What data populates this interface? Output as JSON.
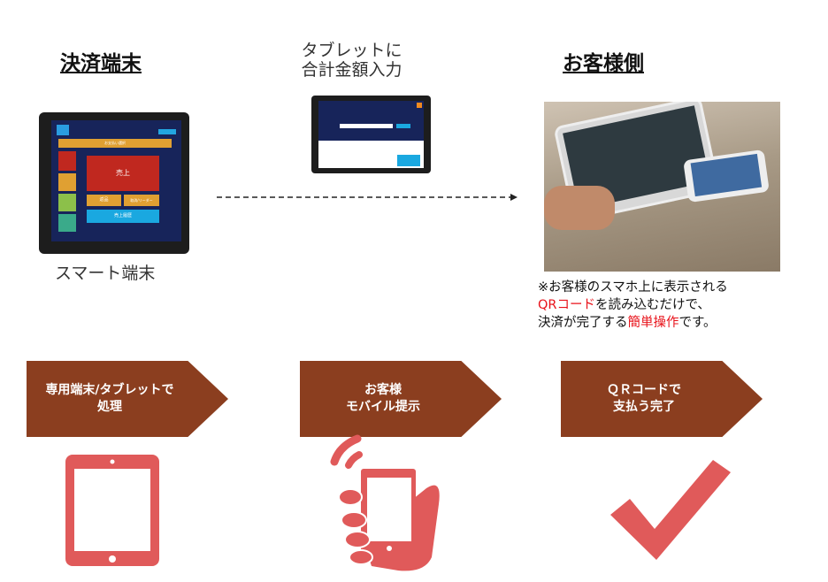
{
  "left": {
    "heading": "決済端末",
    "caption": "スマート端末",
    "screen": {
      "top_bar": "お支払い選択",
      "sale": "売上",
      "btn1": "返品",
      "btn2": "取消/リーダー",
      "btn3": "売上履歴"
    }
  },
  "middle": {
    "caption_line1": "タブレットに",
    "caption_line2": "合計金額入力"
  },
  "right": {
    "heading": "お客様側",
    "note": {
      "line1": "※お客様のスマホ上に表示される",
      "line2_red": "QRコード",
      "line2_rest": "を読み込むだけで、",
      "line3_start": "決済が完了する",
      "line3_red": "簡単操作",
      "line3_end": "です。"
    }
  },
  "steps": [
    {
      "line1": "専用端末/タブレットで",
      "line2": "処理"
    },
    {
      "line1": "お客様",
      "line2": "モバイル提示"
    },
    {
      "line1": "ＱＲコードで",
      "line2": "支払う完了"
    }
  ],
  "colors": {
    "banner": "#8B3E1F",
    "icon": "#E05A5A",
    "highlight": "#e8121a"
  }
}
